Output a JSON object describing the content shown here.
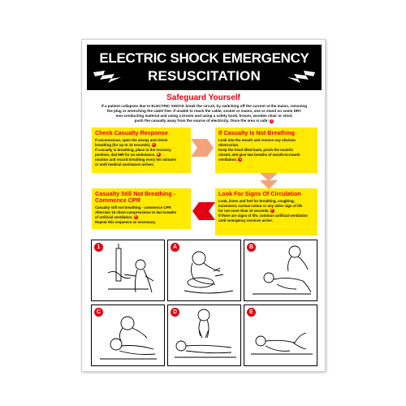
{
  "title": {
    "line1": "ELECTRIC SHOCK EMERGENCY",
    "line2": "RESUSCITATION"
  },
  "safeguard": {
    "heading": "Safeguard Yourself",
    "lines": [
      "If a patient collapses due to ELECTRIC SHOCK break the circuit, by switching off the current at the mains, removing",
      "the plug or wrenching the cable free. If unable to reach the cable, socket or mains, one or stand on some DRY",
      "non-conducting material and using a broom and using a safety book, broom, wooden chair or stool,",
      "push the casualty away from the source of electricity. Once the area is safe:"
    ],
    "step_ref": "1"
  },
  "boxes": {
    "check_casualty": {
      "heading": "Check Casualty Response",
      "lines": [
        "If unconscious, open the airway and check",
        "breathing (for up to 10 seconds).",
        "If casualty is breathing, place in the recovery",
        "position, dial 999 for an ambulance,",
        "monitor and record breathing every ten minutes",
        "or until medical assistance arrives."
      ],
      "refs": [
        "A",
        "B"
      ]
    },
    "not_breathing": {
      "heading": "If Casualty Is Not Breathing",
      "lines": [
        "Look into the mouth and remove any obvious",
        "obstruction.",
        "Keep the head tilted back, pinch the nostrils",
        "closed, and give two breaths of mouth-to-mouth",
        "ventilation."
      ],
      "refs": [
        "C"
      ]
    },
    "cpr": {
      "heading": "Casualty Still Not Breathing - Commence CPR",
      "lines": [
        "Casualty still not breathing - commence CPR",
        "Alternate 15 chest compressions to two breaths",
        "of artificial ventilation.",
        "Repeat this sequence as necessary."
      ],
      "refs": [
        "D"
      ]
    },
    "circulation": {
      "heading": "Look For Signs Of Circulation",
      "lines": [
        "Look, listen and feel for breathing, coughing,",
        "movement, normal colour or any other sign of life",
        "for not more than 10 seconds.",
        "If there are signs of life, continue artificial ventilation",
        "until emergency services arrive."
      ],
      "refs": [
        "E"
      ]
    }
  },
  "panels": [
    {
      "badge": "1",
      "icon": "electrocution-icon"
    },
    {
      "badge": "A",
      "icon": "airway-check-icon"
    },
    {
      "badge": "B",
      "icon": "recovery-position-icon"
    },
    {
      "badge": "C",
      "icon": "mouth-to-mouth-icon"
    },
    {
      "badge": "D",
      "icon": "chest-compression-icon"
    },
    {
      "badge": "E",
      "icon": "recovery-lying-icon"
    }
  ],
  "colors": {
    "red": "#e3000f",
    "yellow": "#ffea00",
    "orange_arrow": "#f4a27a",
    "black": "#000000"
  }
}
